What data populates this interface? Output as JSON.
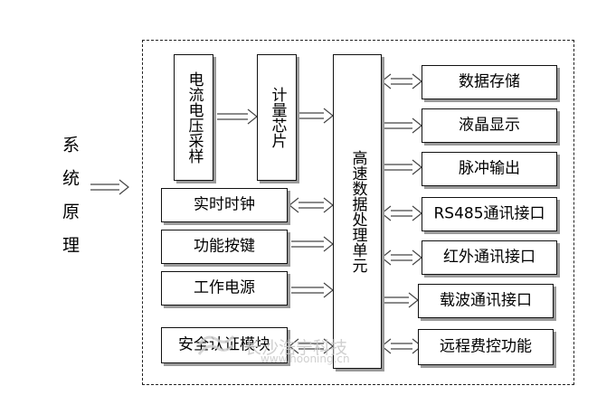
{
  "side_title": "系统原理",
  "boxes": {
    "current_voltage": "电流电压采样",
    "metering_chip": "计量芯片",
    "processor": "高速数据处理单元",
    "rtc": "实时时钟",
    "function_keys": "功能按键",
    "power": "工作电源",
    "security": "安全认证模块"
  },
  "outputs": [
    "数据存储",
    "液晶显示",
    "脉冲输出",
    "RS485通讯接口",
    "红外通讯接口",
    "载波通讯接口",
    "远程费控功能"
  ],
  "watermark": {
    "brand": "长沙浩宁科技",
    "url": "www.hooning.cn"
  }
}
